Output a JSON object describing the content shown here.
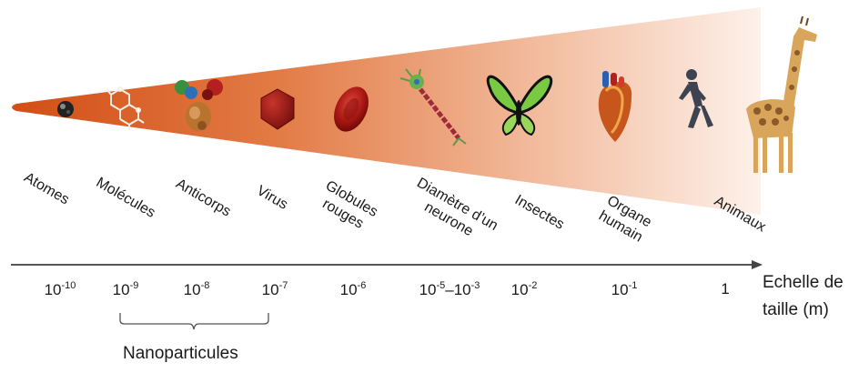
{
  "labels": [
    {
      "id": "atomes",
      "text": [
        "Atomes"
      ]
    },
    {
      "id": "molecules",
      "text": [
        "Molécules"
      ]
    },
    {
      "id": "anticorps",
      "text": [
        "Anticorps"
      ]
    },
    {
      "id": "virus",
      "text": [
        "Virus"
      ]
    },
    {
      "id": "globules",
      "text": [
        "Globules",
        "rouges"
      ]
    },
    {
      "id": "neurone",
      "text": [
        "Diamètre d’un",
        "neurone"
      ]
    },
    {
      "id": "insectes",
      "text": [
        "Insectes"
      ]
    },
    {
      "id": "organe",
      "text": [
        "Organe",
        "humain"
      ]
    },
    {
      "id": "animaux",
      "text": [
        "Animaux"
      ]
    }
  ],
  "ticks": [
    {
      "base": "10",
      "exp": "-10"
    },
    {
      "base": "10",
      "exp": "-9"
    },
    {
      "base": "10",
      "exp": "-8"
    },
    {
      "base": "10",
      "exp": "-7"
    },
    {
      "base": "10",
      "exp": "-6"
    },
    {
      "base": "10",
      "exp": "-5",
      "suffix": "–10",
      "suffix_exp": "-3"
    },
    {
      "base": "10",
      "exp": "-2"
    },
    {
      "base": "10",
      "exp": "-1"
    },
    {
      "base": "1",
      "exp": ""
    }
  ],
  "axis_title": [
    "Echelle de",
    "taille (m)"
  ],
  "bracket_label": "Nanoparticules",
  "colors": {
    "cone_dark": "#d4531b",
    "cone_light": "#fbe9e0",
    "axis": "#555555"
  },
  "icons": [
    "atom-icon",
    "molecule-icon",
    "antibody-icon",
    "virus-icon",
    "red-blood-cell-icon",
    "neuron-icon",
    "butterfly-icon",
    "heart-icon",
    "runner-icon",
    "giraffe-icon"
  ]
}
